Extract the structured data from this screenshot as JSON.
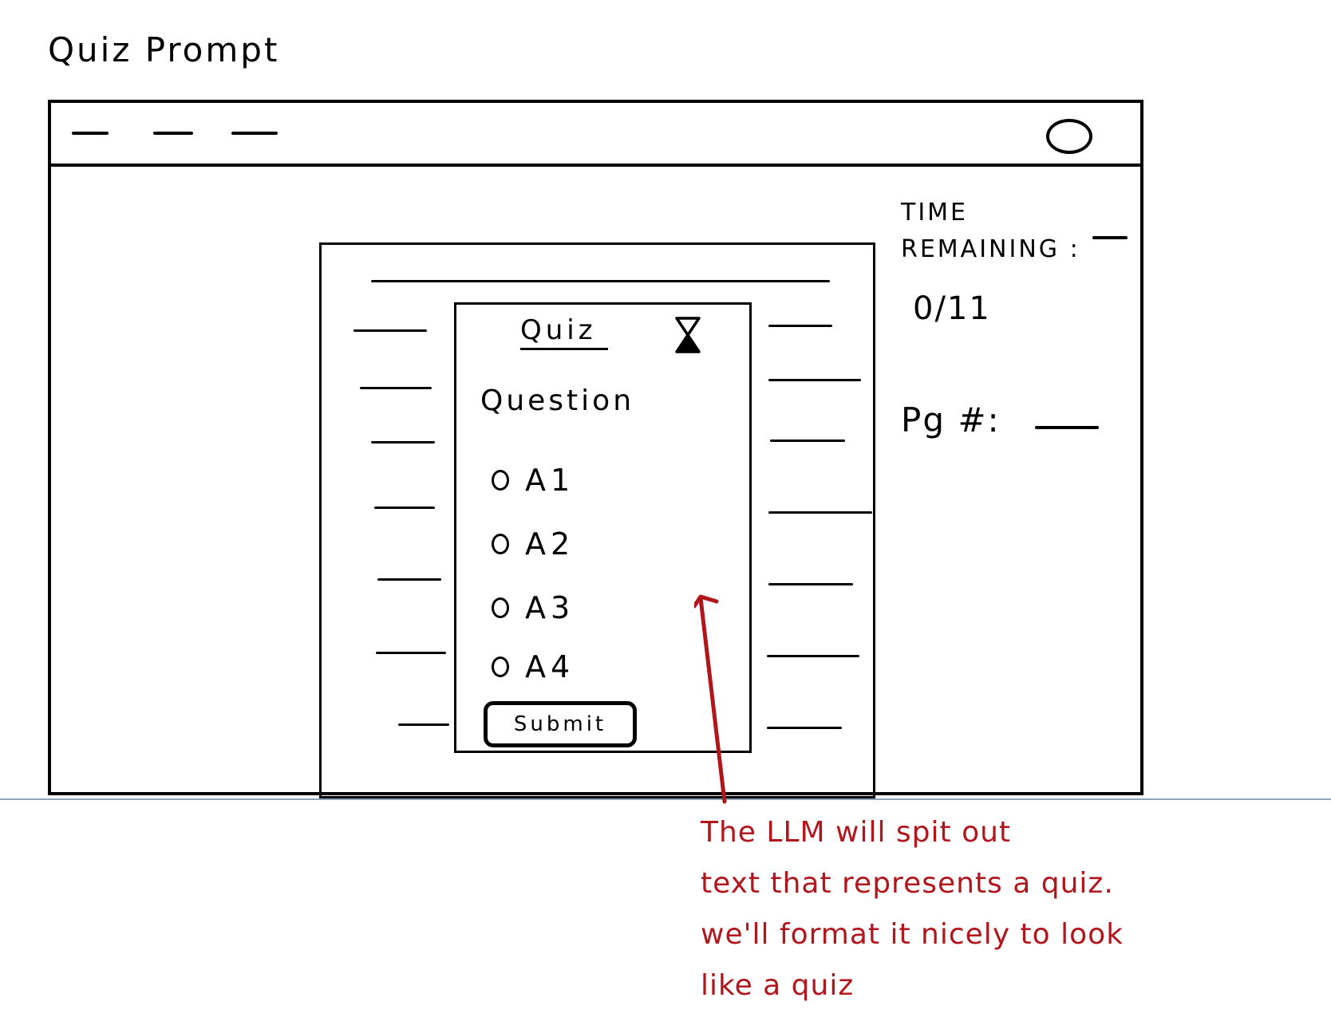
{
  "sketch_title": "Quiz Prompt",
  "quiz": {
    "title": "Quiz",
    "question": "Question",
    "answers": [
      "A1",
      "A2",
      "A3",
      "A4"
    ],
    "submit_label": "Submit"
  },
  "sidebar": {
    "time_label": "TIME\nREMAINING :",
    "progress": "0/11",
    "page_label": "Pg #:"
  },
  "annotation": {
    "text": "The LLM will spit out\ntext that represents a quiz.\nwe'll format it nicely to look\nlike a quiz",
    "color": "#b0161c"
  },
  "icons": {
    "timer": "hourglass-icon",
    "profile": "profile-circle-icon"
  }
}
